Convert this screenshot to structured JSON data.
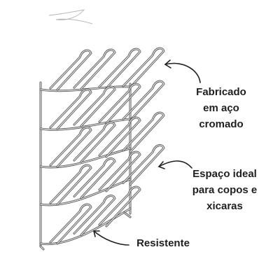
{
  "product": {
    "name": "wall-mounted-cup-rack",
    "material_color": "#d8d8d8",
    "outline_color": "#555555"
  },
  "annotations": [
    {
      "id": "fabricado",
      "lines": [
        "Fabricado",
        "em aço",
        "cromado"
      ]
    },
    {
      "id": "espaco",
      "lines": [
        "Espaço ideal",
        "para copos e",
        "xicaras"
      ]
    },
    {
      "id": "resistente",
      "lines": [
        "Resistente"
      ]
    }
  ],
  "colors": {
    "text": "#1f1f1f",
    "arrow": "#222222",
    "background": "#ffffff"
  }
}
